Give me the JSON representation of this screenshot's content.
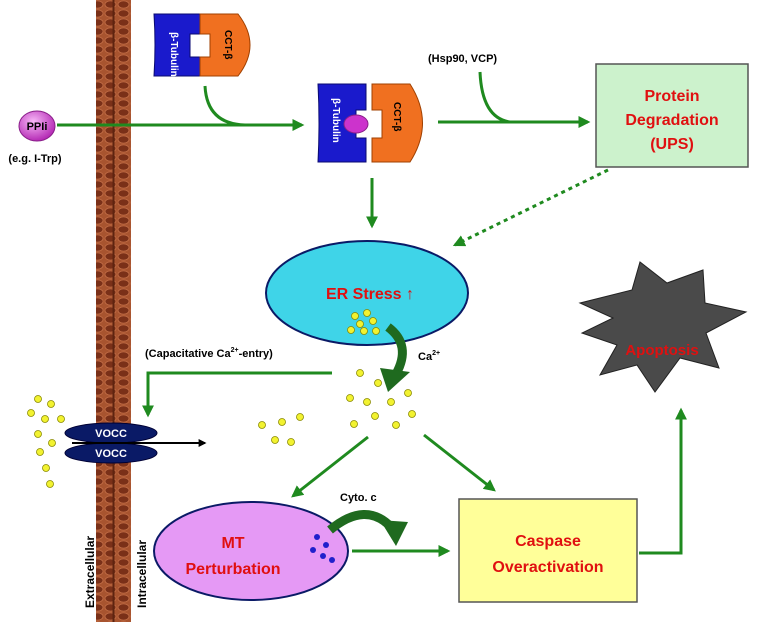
{
  "membrane": {
    "extracellular_label": "Extracellular",
    "intracellular_label": "Intracellular"
  },
  "ppii": {
    "label": "PPIi",
    "example": "(e.g. I-Trp)"
  },
  "tubulin_complex": {
    "tubulin_label": "β-Tubulin",
    "cct_label": "CCT-β"
  },
  "chaperones_label": "(Hsp90, VCP)",
  "protein_degradation": {
    "line1": "Protein",
    "line2": "Degradation",
    "line3": "(UPS)"
  },
  "er_stress": {
    "label": "ER Stress ↑"
  },
  "calcium": {
    "ca_label": "Ca",
    "ca_sup": "2+",
    "capacitative_prefix": "(Capacitative Ca",
    "capacitative_sup": "2+",
    "capacitative_suffix": "-entry)"
  },
  "vocc": {
    "top_label": "VOCC",
    "bottom_label": "VOCC"
  },
  "mt_perturbation": {
    "line1": "MT",
    "line2": "Perturbation"
  },
  "cyto_c_label": "Cyto. c",
  "caspase": {
    "line1": "Caspase",
    "line2": "Overactivation"
  },
  "apoptosis": {
    "label": "Apoptosis"
  },
  "colors": {
    "arrow_green": "#1f8a1f",
    "membrane_brown": "#9b4a2a",
    "tubulin_blue": "#1a1acc",
    "cct_orange": "#f07020",
    "ppii_purple": "#cc33cc",
    "er_cyan": "#3fd4e8",
    "ups_box_fill": "#ccf2cc",
    "caspase_box_fill": "#ffff99",
    "mt_fill": "#e599f5",
    "vocc_navy": "#0a1a66",
    "label_red": "#e01010",
    "apoptosis_fill": "#4a4a4a",
    "calcium_yellow": "#f2f230"
  }
}
